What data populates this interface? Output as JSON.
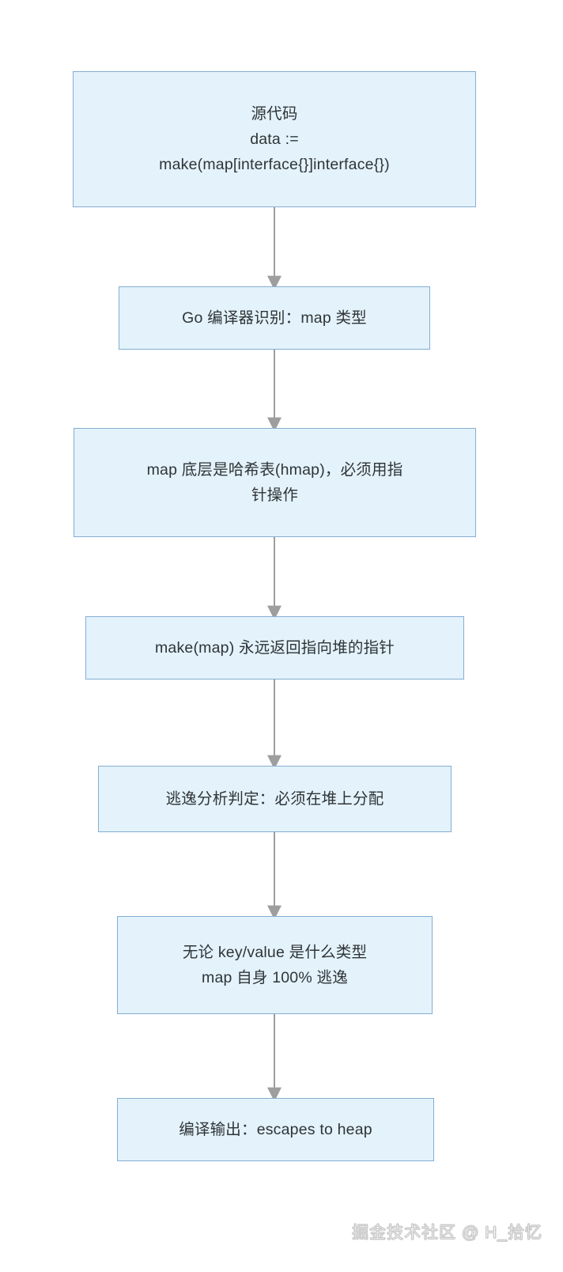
{
  "diagram": {
    "type": "flowchart",
    "orientation": "top-to-bottom",
    "colors": {
      "node_fill": "#e3f2fb",
      "node_border": "#84aed3",
      "node_text": "#2f3437",
      "connector": "#9a9a9a",
      "background": "#ffffff",
      "watermark": "#d2d2d2"
    },
    "nodes": [
      {
        "id": "source-code",
        "label": "源代码\ndata :=\nmake(map[interface{}]interface{})"
      },
      {
        "id": "compiler-recognize",
        "label": "Go 编译器识别：map 类型"
      },
      {
        "id": "hmap-pointer",
        "label": "map 底层是哈希表(hmap)，必须用指\n针操作"
      },
      {
        "id": "make-returns-heap-pointer",
        "label": "make(map) 永远返回指向堆的指针"
      },
      {
        "id": "escape-analysis",
        "label": "逃逸分析判定：必须在堆上分配"
      },
      {
        "id": "always-escapes",
        "label": "无论 key/value 是什么类型\nmap 自身 100% 逃逸"
      },
      {
        "id": "compile-output",
        "label": "编译输出：escapes to heap"
      }
    ],
    "edges": [
      {
        "from": "source-code",
        "to": "compiler-recognize",
        "label": ""
      },
      {
        "from": "compiler-recognize",
        "to": "hmap-pointer",
        "label": ""
      },
      {
        "from": "hmap-pointer",
        "to": "make-returns-heap-pointer",
        "label": ""
      },
      {
        "from": "make-returns-heap-pointer",
        "to": "escape-analysis",
        "label": ""
      },
      {
        "from": "escape-analysis",
        "to": "always-escapes",
        "label": ""
      },
      {
        "from": "always-escapes",
        "to": "compile-output",
        "label": ""
      }
    ]
  },
  "watermark": {
    "text": "掘金技术社区 @ H_拾忆"
  }
}
